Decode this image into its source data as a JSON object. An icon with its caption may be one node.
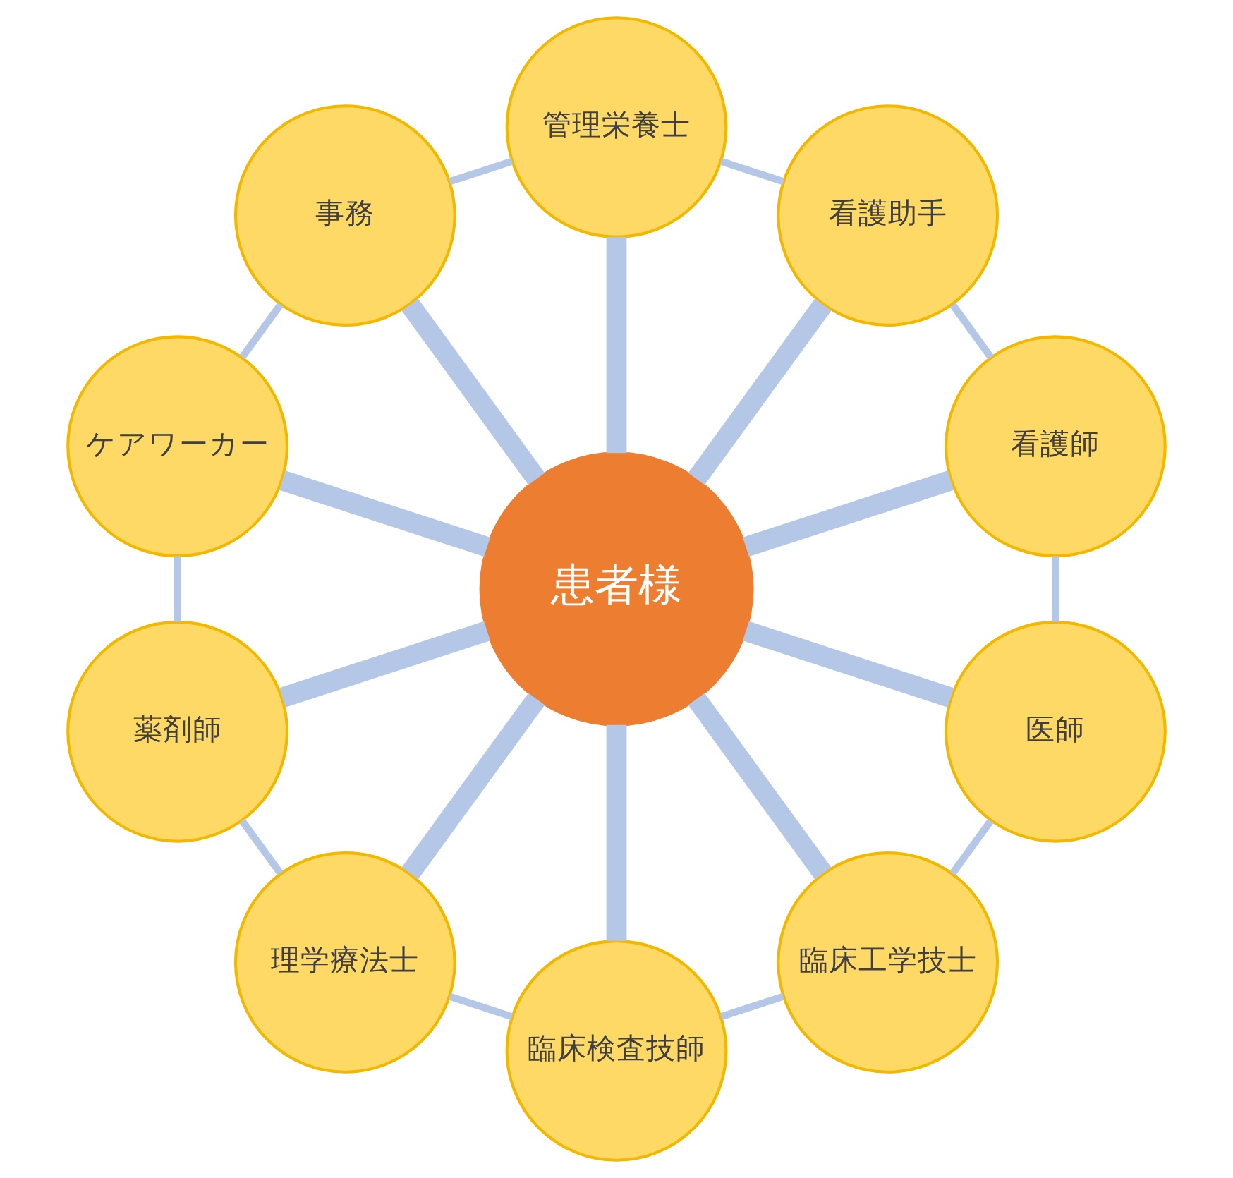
{
  "diagram": {
    "nodes": [
      {
        "text": [
          "患者様"
        ]
      },
      {
        "text": [
          "医師"
        ]
      },
      {
        "text": [
          "臨床工学技士"
        ]
      },
      {
        "text": [
          "臨床検査技師"
        ]
      },
      {
        "text": [
          "理学療法士"
        ]
      },
      {
        "text": [
          "薬剤師"
        ]
      },
      {
        "text": [
          "ケアワーカー"
        ]
      },
      {
        "text": [
          "事務"
        ]
      },
      {
        "text": [
          "管理栄養士"
        ]
      },
      {
        "text": [
          "看護助手"
        ]
      },
      {
        "text": [
          "看護師"
        ]
      }
    ],
    "edges": [
      {
        "from": 0,
        "to": 1,
        "arrow": "none",
        "style": "thick"
      },
      {
        "from": 0,
        "to": 2,
        "arrow": "none",
        "style": "thick"
      },
      {
        "from": 0,
        "to": 3,
        "arrow": "none",
        "style": "thick"
      },
      {
        "from": 0,
        "to": 4,
        "arrow": "none",
        "style": "thick"
      },
      {
        "from": 0,
        "to": 5,
        "arrow": "none",
        "style": "thick"
      },
      {
        "from": 0,
        "to": 6,
        "arrow": "none",
        "style": "thick"
      },
      {
        "from": 0,
        "to": 7,
        "arrow": "none",
        "style": "thick"
      },
      {
        "from": 0,
        "to": 8,
        "arrow": "none",
        "style": "thick"
      },
      {
        "from": 0,
        "to": 9,
        "arrow": "none",
        "style": "thick"
      },
      {
        "from": 0,
        "to": 10,
        "arrow": "none",
        "style": "thick"
      },
      {
        "from": 1,
        "to": 2,
        "arrow": "none"
      },
      {
        "from": 2,
        "to": 3,
        "arrow": "none"
      },
      {
        "from": 3,
        "to": 4,
        "arrow": "none"
      },
      {
        "from": 4,
        "to": 5,
        "arrow": "none"
      },
      {
        "from": 5,
        "to": 6,
        "arrow": "none"
      },
      {
        "from": 6,
        "to": 7,
        "arrow": "none"
      },
      {
        "from": 7,
        "to": 8,
        "arrow": "none"
      },
      {
        "from": 8,
        "to": 9,
        "arrow": "none"
      },
      {
        "from": 9,
        "to": 10,
        "arrow": "none"
      },
      {
        "from": 10,
        "to": 1,
        "arrow": "none"
      }
    ]
  }
}
